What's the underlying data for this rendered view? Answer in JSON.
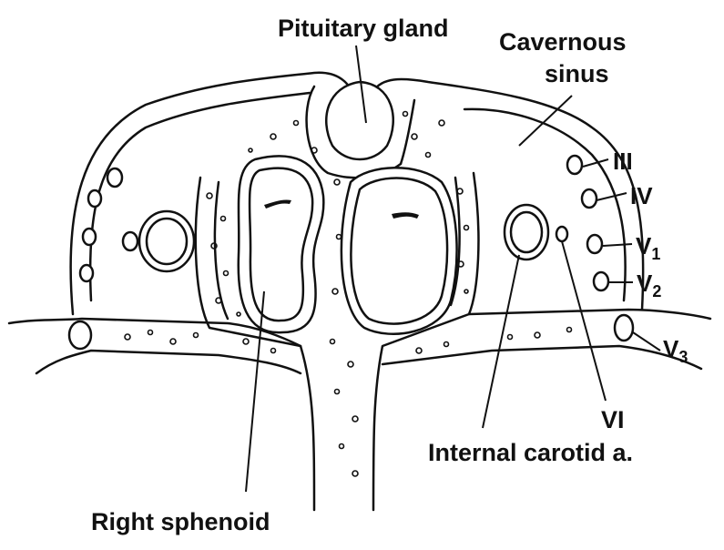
{
  "labels": {
    "pituitary": "Pituitary gland",
    "cavernous_1": "Cavernous",
    "cavernous_2": "sinus",
    "n3": "III",
    "n4": "IV",
    "v": "V",
    "sub1": "1",
    "sub2": "2",
    "sub3": "3",
    "n6": "VI",
    "carotid": "Internal carotid a.",
    "sphenoid": "Right sphenoid"
  }
}
